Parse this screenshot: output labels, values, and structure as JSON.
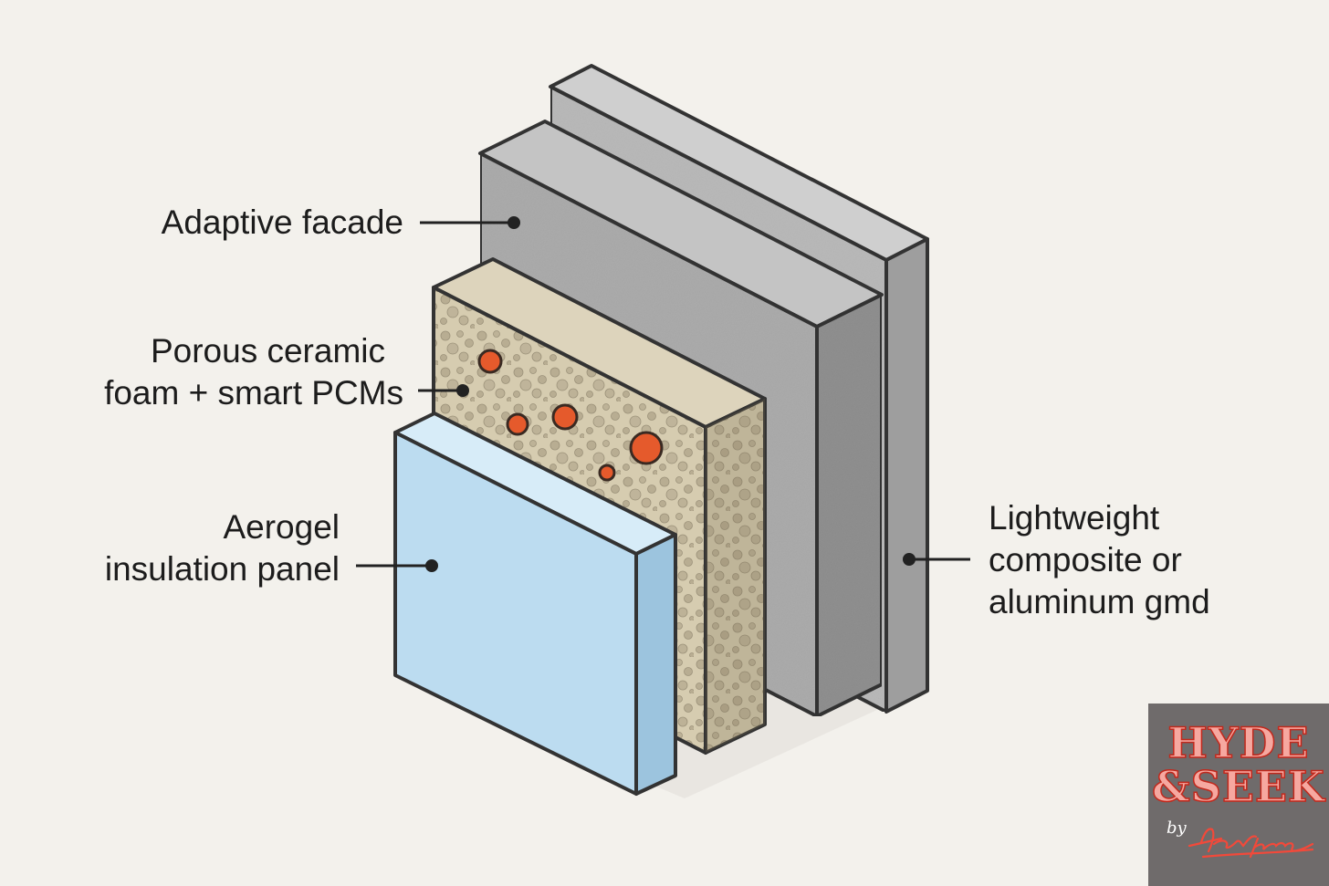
{
  "labels": {
    "adaptive_facade": "Adaptive facade",
    "porous_line1": "Porous ceramic",
    "porous_line2": "foam + smart PCMs",
    "aerogel_line1": "Aerogel",
    "aerogel_line2": "insulation panel",
    "grid_line1": "Lightweight",
    "grid_line2": "composite or",
    "grid_line3": "aluminum gmd"
  },
  "brand": {
    "line1": "HYDE",
    "line2": "&SEEK",
    "by": "by",
    "signature": "Tom Hyde"
  },
  "colors": {
    "background": "#f3f1ec",
    "grid_layer": "#b3b3b3",
    "facade_layer": "#a8a8a8",
    "ceramic_foam": "#d6ccb0",
    "pcm_dots": "#e55a2c",
    "aerogel": "#bcdcf0",
    "outline": "#333333",
    "brand_bg": "#6f6b6b",
    "brand_text": "#f6a8a0"
  }
}
